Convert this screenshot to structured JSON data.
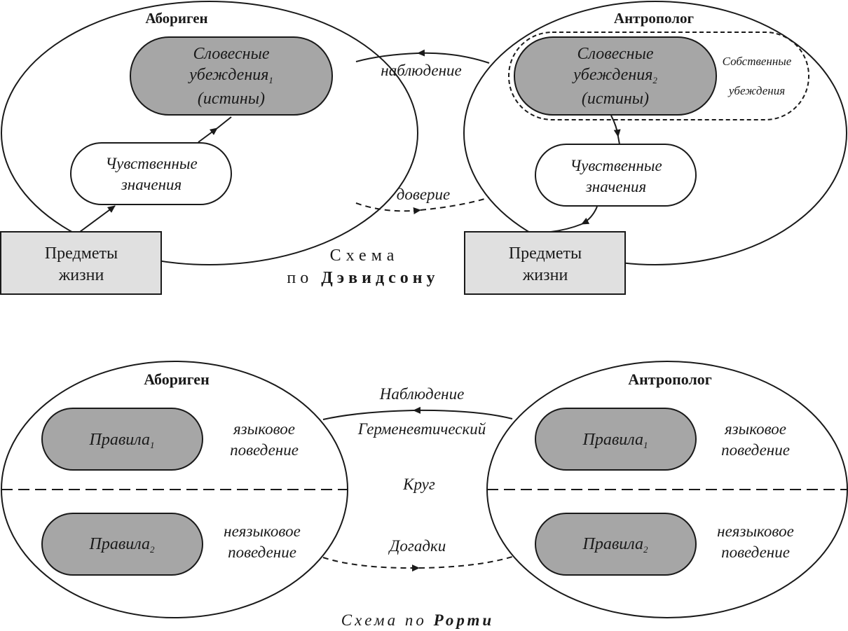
{
  "davidson": {
    "native": {
      "title": "Абориген",
      "beliefs": {
        "line1": "Словесные",
        "line2": "убеждения",
        "sub": "1",
        "line3": "(истины)"
      },
      "sensory": {
        "line1": "Чувственные",
        "line2": "значения"
      },
      "objects": {
        "line1": "Предметы",
        "line2": "жизни"
      }
    },
    "anthropologist": {
      "title": "Антрополог",
      "beliefs": {
        "line1": "Словесные",
        "line2": "убеждения",
        "sub": "2",
        "line3": "(истины)"
      },
      "own_beliefs": {
        "line1": "Собственные",
        "line2": "убеждения"
      },
      "sensory": {
        "line1": "Чувственные",
        "line2": "значения"
      },
      "objects": {
        "line1": "Предметы",
        "line2": "жизни"
      }
    },
    "observation": "наблюдение",
    "trust": "доверие",
    "caption": {
      "line1": "Схема",
      "line2_prefix": "по",
      "line2_name": "Дэвидсону"
    }
  },
  "rorty": {
    "native": {
      "title": "Абориген",
      "rules1": {
        "label": "Правила",
        "sub": "1"
      },
      "rules2": {
        "label": "Правила",
        "sub": "2"
      },
      "verbal": {
        "line1": "языковое",
        "line2": "поведение"
      },
      "nonverbal": {
        "line1": "неязыковое",
        "line2": "поведение"
      }
    },
    "anthropologist": {
      "title": "Антрополог",
      "rules1": {
        "label": "Правила",
        "sub": "1"
      },
      "rules2": {
        "label": "Правила",
        "sub": "2"
      },
      "verbal": {
        "line1": "языковое",
        "line2": "поведение"
      },
      "nonverbal": {
        "line1": "неязыковое",
        "line2": "поведение"
      }
    },
    "observation": "Наблюдение",
    "hermeneutic": "Герменевтический",
    "circle": "Круг",
    "guesses": "Догадки",
    "caption": {
      "prefix": "Схема по",
      "name": "Рорти"
    }
  },
  "colors": {
    "dark_fill": "#a6a6a6",
    "light_fill": "#e0e0e0",
    "stroke": "#1a1a1a"
  }
}
